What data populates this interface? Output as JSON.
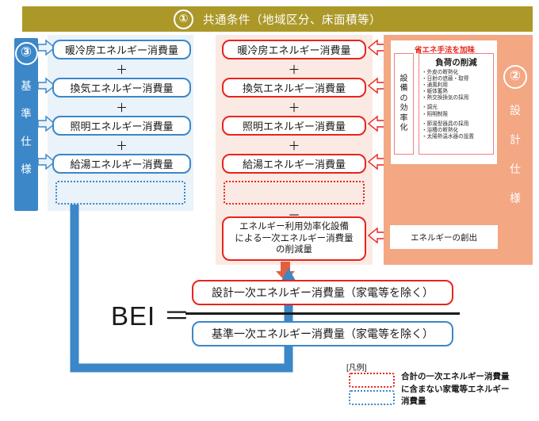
{
  "header": {
    "number": "①",
    "title": "共通条件（地域区分、床面積等）",
    "bar_color": "#ab9829"
  },
  "standard_column": {
    "sidebar": {
      "number": "③",
      "vertical_label": [
        "基",
        "準",
        "仕",
        "様"
      ],
      "color": "#3b87c8"
    },
    "boxes": [
      "暖冷房エネルギー消費量",
      "換気エネルギー消費量",
      "照明エネルギー消費量",
      "給湯エネルギー消費量"
    ],
    "operators": [
      "＋",
      "＋",
      "＋"
    ],
    "excluded_dashed_box": ""
  },
  "design_column": {
    "boxes": [
      "暖冷房エネルギー消費量",
      "換気エネルギー消費量",
      "照明エネルギー消費量",
      "給湯エネルギー消費量"
    ],
    "operators": [
      "＋",
      "＋",
      "＋"
    ],
    "excluded_dashed_box": "",
    "minus_operator": "－",
    "reduction_box": [
      "エネルギー利用効率化設備",
      "による一次エネルギー消費量",
      "の削減量"
    ],
    "box_color": "#e8241b"
  },
  "measures_panel": {
    "sidebar": {
      "number": "②",
      "vertical_label": [
        "設",
        "計",
        "仕",
        "様"
      ],
      "color": "#f3a783"
    },
    "card_title": "省エネ手法を加味",
    "efficiency_box": [
      "設",
      "備",
      "の",
      "効",
      "率",
      "化"
    ],
    "load_reduction": {
      "title": "負荷の削減",
      "group1": [
        "外皮の断熱化",
        "日射の遮蔽・取得",
        "通風利用",
        "躯体蓄熱",
        "熱交換換気の採用"
      ],
      "group2": [
        "調光",
        "照明制限"
      ],
      "group3": [
        "節湯型器具の採用",
        "浴槽の断熱化",
        "太陽熱温水器の設置"
      ]
    },
    "energy_creation": "エネルギーの創出"
  },
  "bei": {
    "label": "BEI ＝",
    "numerator": "設計一次エネルギー消費量（家電等を除く）",
    "denominator": "基準一次エネルギー消費量（家電等を除く）"
  },
  "legend": {
    "title": "[凡例]",
    "description_lines": [
      "合計の一次エネルギー消費量",
      "に含まない家電等エネルギー",
      "消費量"
    ],
    "swatch_red": "#e8241b",
    "swatch_blue": "#3b87c8"
  }
}
